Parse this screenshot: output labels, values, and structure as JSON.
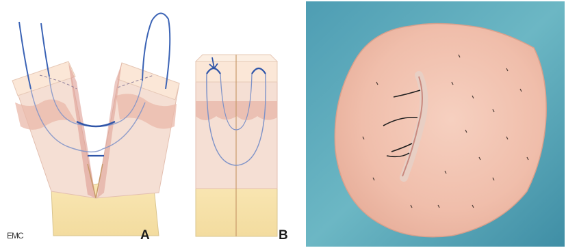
{
  "figure": {
    "panel_a_label": "A",
    "panel_b_label": "B",
    "credit": "EMC"
  },
  "colors": {
    "fat": "#f6e2a9",
    "dermis": "#f6e1d6",
    "dermis_dark": "#e9b7aa",
    "epidermis": "#f3d3c2",
    "skin_surface": "#fbeee2",
    "suture": "#3b63b5",
    "photo_drape": "#5aa7b8",
    "photo_skin": "#f0c3b1"
  },
  "icons": [
    "suture-knot-icon"
  ]
}
